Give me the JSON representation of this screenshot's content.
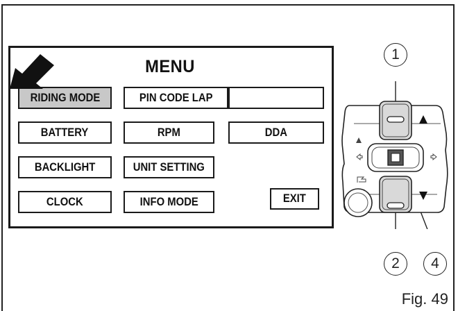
{
  "menu": {
    "title": "MENU",
    "buttons": [
      {
        "label": "RIDING MODE"
      },
      {
        "label": "PIN CODE LAP"
      },
      {
        "label": ""
      },
      {
        "label": "BATTERY"
      },
      {
        "label": "RPM"
      },
      {
        "label": "DDA"
      },
      {
        "label": "BACKLIGHT"
      },
      {
        "label": "UNIT SETTING"
      },
      {
        "label": "CLOCK"
      },
      {
        "label": "INFO MODE"
      },
      {
        "label": "EXIT"
      }
    ],
    "selected": "RIDING MODE"
  },
  "callouts": [
    "1",
    "2",
    "4"
  ],
  "figure_label": "Fig. 49",
  "icons": [
    "arrow-pointer-icon",
    "up-arrow-icon",
    "down-arrow-icon",
    "left-arrow-icon",
    "right-arrow-icon",
    "flag-icon"
  ],
  "colors": {
    "line": "#1a1a1a",
    "selected_fill": "#c8c8c8",
    "switch_fill": "#d9d9d9"
  }
}
